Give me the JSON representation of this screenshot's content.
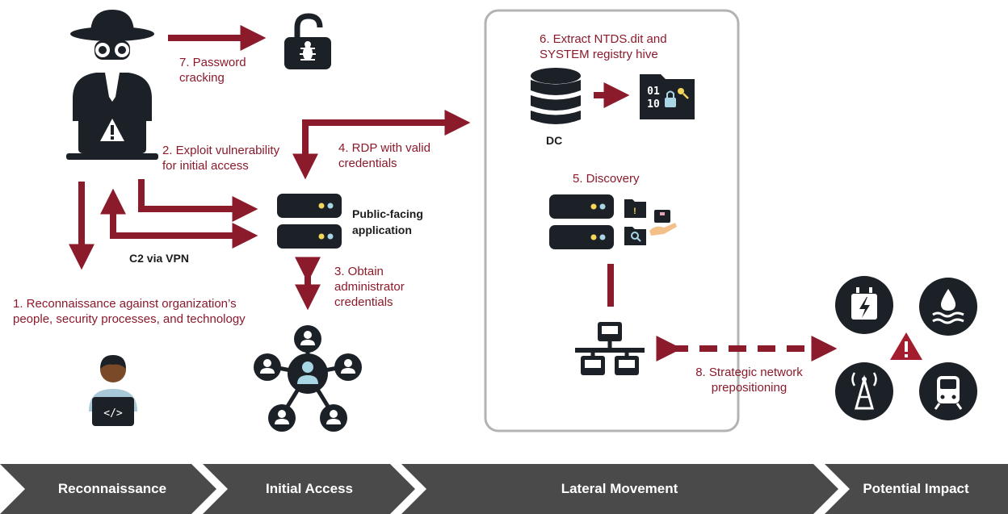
{
  "labels": {
    "step1": "1. Reconnaissance against organization’s people, security processes, and technology",
    "step2": "2. Exploit vulnerability for initial access",
    "step3": "3. Obtain administrator credentials",
    "step4": "4. RDP with valid credentials",
    "step5": "5. Discovery",
    "step6": "6. Extract NTDS.dit and SYSTEM registry hive",
    "step7": "7. Password cracking",
    "step8": "8. Strategic network prepositioning",
    "c2": "C2 via VPN",
    "public_app": "Public-facing application",
    "dc": "DC"
  },
  "phases": [
    "Reconnaissance",
    "Initial Access",
    "Lateral Movement",
    "Potential Impact"
  ],
  "colors": {
    "arrow": "#8b1a2b",
    "icon": "#1c2128",
    "phase_bar": "#4a4a4a",
    "box_border": "#b3b3b3",
    "alert": "#a31d2e"
  }
}
